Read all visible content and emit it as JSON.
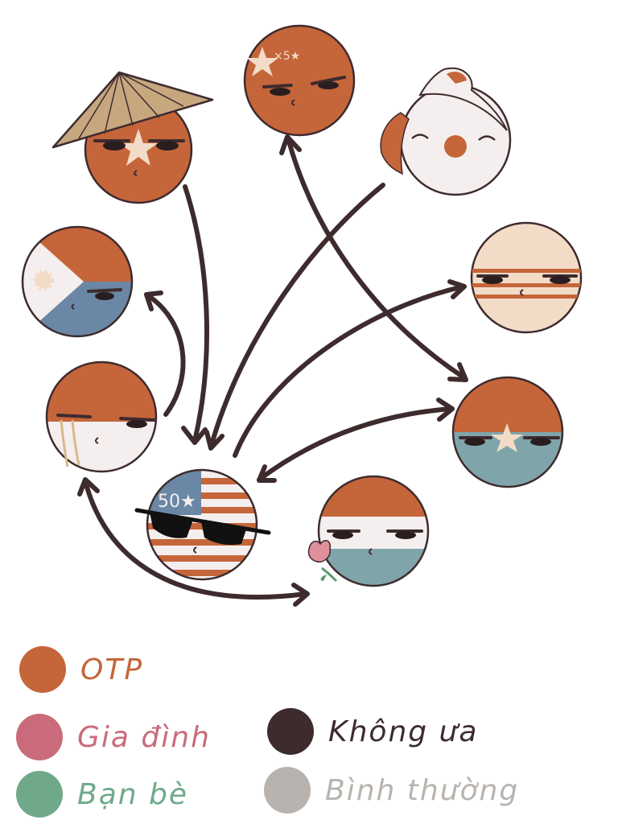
{
  "colors": {
    "otp": "#c5653a",
    "family": "#c96b7a",
    "friends": "#6fa98a",
    "dislike": "#3e2b2e",
    "neutral": "#b8b3ae",
    "ink": "#3e2b2e",
    "flagBlue": "#6a87a6",
    "flagTeal": "#7fa5aa",
    "cream": "#f3dcc7"
  },
  "legend": [
    {
      "key": "otp",
      "label": "OTP"
    },
    {
      "key": "family",
      "label": "Gia đình"
    },
    {
      "key": "dislike",
      "label": "Không ưa"
    },
    {
      "key": "friends",
      "label": "Bạn bè"
    },
    {
      "key": "neutral",
      "label": "Bình thường"
    }
  ],
  "badges": {
    "china": "×5★",
    "usa": "50★"
  },
  "nodes": [
    {
      "id": "vietnam",
      "hat": "conical-hat"
    },
    {
      "id": "china"
    },
    {
      "id": "japan",
      "hair": "white-bun"
    },
    {
      "id": "philippines"
    },
    {
      "id": "thailand"
    },
    {
      "id": "indonesia"
    },
    {
      "id": "myanmar"
    },
    {
      "id": "usa",
      "accessory": "sunglasses"
    },
    {
      "id": "laos",
      "accessory": "flower"
    }
  ],
  "edges": [
    {
      "from": "vietnam",
      "to": "usa",
      "relation": "dislike"
    },
    {
      "from": "japan",
      "to": "usa",
      "relation": "dislike"
    },
    {
      "from": "indonesia",
      "to": "philippines",
      "relation": "dislike"
    },
    {
      "from": "usa",
      "to": "thailand",
      "relation": "dislike"
    },
    {
      "from": "china",
      "to": "myanmar",
      "relation": "dislike",
      "bidirectional": true
    },
    {
      "from": "usa",
      "to": "myanmar",
      "relation": "dislike",
      "bidirectional": true
    },
    {
      "from": "indonesia",
      "to": "laos",
      "relation": "dislike",
      "bidirectional": true
    }
  ]
}
